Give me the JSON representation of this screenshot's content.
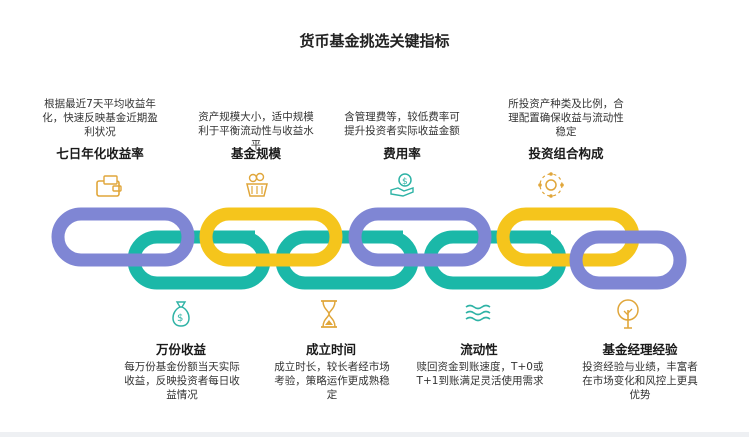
{
  "title": "货币基金挑选关键指标",
  "top_items": [
    {
      "label": "七日年化收益率",
      "desc": [
        "根据最近7天平均收益年",
        "化，快速反映基金近期盈",
        "利状况"
      ],
      "icon": "wallet-money-icon"
    },
    {
      "label": "基金规模",
      "desc": [
        "资产规模大小，适中规模",
        "利于平衡流动性与收益水",
        "平"
      ],
      "icon": "coin-basket-icon"
    },
    {
      "label": "费用率",
      "desc": [
        "含管理费等，较低费率可",
        "提升投资者实际收益金额"
      ],
      "icon": "hand-money-icon"
    },
    {
      "label": "投资组合构成",
      "desc": [
        "所投资产种类及比例，合",
        "理配置确保收益与流动性",
        "稳定"
      ],
      "icon": "network-gear-icon"
    }
  ],
  "bottom_items": [
    {
      "label": "万份收益",
      "desc": [
        "每万份基金份额当天实际",
        "收益，反映投资者每日收",
        "益情况"
      ],
      "icon": "money-bag-icon"
    },
    {
      "label": "成立时间",
      "desc": [
        "成立时长，较长者经市场",
        "考验，策略运作更成熟稳",
        "定"
      ],
      "icon": "hourglass-icon"
    },
    {
      "label": "流动性",
      "desc": [
        "赎回资金到账速度，T+0或",
        "T+1到账满足灵活使用需求"
      ],
      "icon": "waves-icon"
    },
    {
      "label": "基金经理经验",
      "desc": [
        "投资经验与业绩，丰富者",
        "在市场变化和风控上更具",
        "优势"
      ],
      "icon": "money-tree-icon"
    }
  ],
  "colors": {
    "purple": "#7f86d4",
    "teal": "#1bb8a8",
    "yellow": "#f5c51c",
    "icon": "#e0a63a",
    "icon_teal": "#2fb3a6"
  }
}
